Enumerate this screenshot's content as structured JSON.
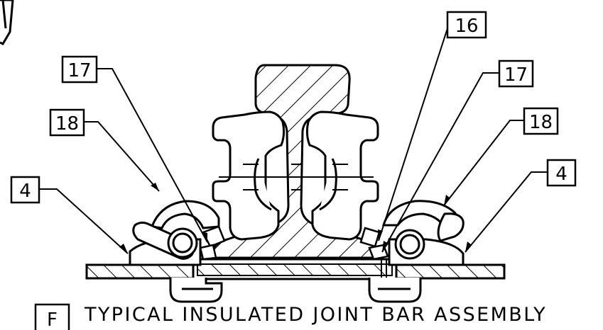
{
  "callouts": {
    "left_top": "17",
    "left_mid": "18",
    "left_low": "4",
    "right_top": "16",
    "right_mid": "17",
    "right_low": "18",
    "right_end": "4"
  },
  "caption": {
    "detail_letter": "F",
    "title": "TYPICAL INSULATED JOINT BAR ASSEMBLY"
  },
  "colors": {
    "line": "#000000",
    "background": "#ffffff"
  }
}
